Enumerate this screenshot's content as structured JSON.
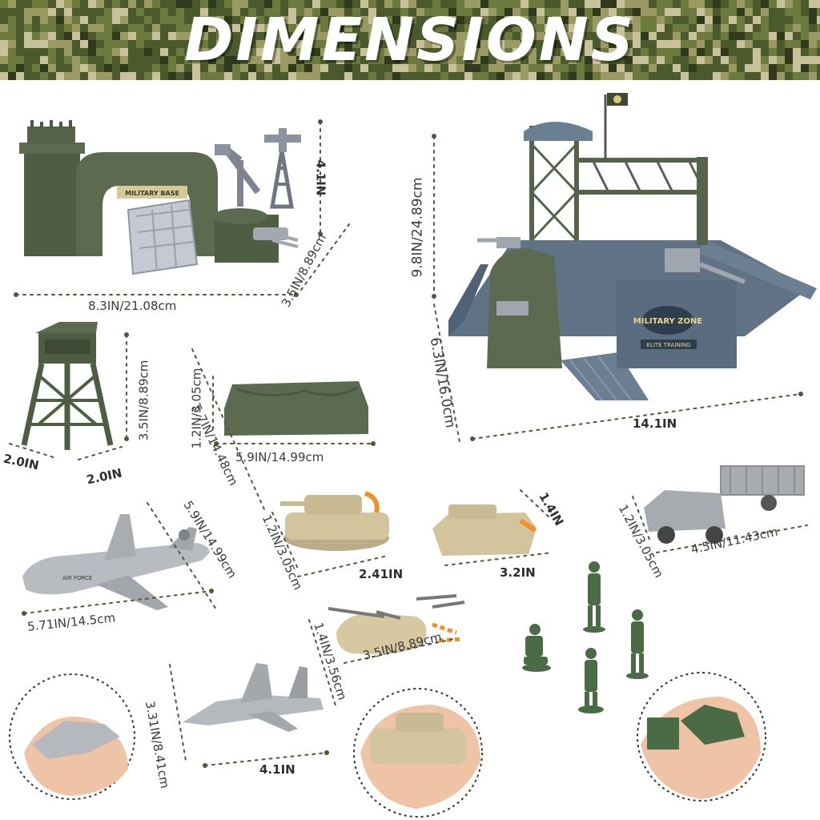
{
  "title": "DIMENSIONS",
  "colors": {
    "camo": [
      "#4a5a2c",
      "#6c7a3e",
      "#9a9a62",
      "#c9c19a",
      "#2f3a1c"
    ],
    "army_green": "#4f5e43",
    "slate_blue": "#5f7286",
    "tan": "#cfc19a",
    "grey": "#a7abaf",
    "dim_line": "#4a5a3a"
  },
  "labels": {
    "base_width": "8.3IN/21.08cm",
    "base_depth": "3.5IN/8.89cm",
    "base_height": "4.1IN",
    "zone_height": "9.8IN/24.89cm",
    "zone_depth": "6.3IN/16.0cm",
    "zone_width": "14.1IN",
    "tower_height": "3.5IN/8.89cm",
    "tower_w1": "2.0IN",
    "tower_w2": "2.0IN",
    "bunker_height": "1.2IN/3.05cm",
    "bunker_width": "5.9IN/14.99cm",
    "airliner_diag": "5.7IN/14.48cm",
    "airliner_span": "5.9IN/14.99cm",
    "airliner_len": "5.71IN/14.5cm",
    "tank1_height": "1.2IN/3.05cm",
    "tank1_len": "2.41IN",
    "tank2_height": "1.4IN",
    "tank2_len": "3.2IN",
    "heli_height": "1.4IN/3.56cm",
    "heli_len": "3.5IN/8.89cm",
    "jeep_height": "1.2IN/3.05cm",
    "jeep_len": "4.5IN/11.43cm",
    "jet_width": "3.31IN/8.41cm",
    "jet_len": "4.1IN"
  },
  "toy_text": {
    "military_base": "MILITARY BASE",
    "military_zone": "MILITARY ZONE",
    "elite_training": "ELITE TRAINING",
    "air_force": "AIR FORCE"
  },
  "icons": {
    "military_base": "military-base-icon",
    "military_zone": "military-zone-icon",
    "watchtower": "watchtower-icon",
    "bunker": "bunker-icon",
    "airliner": "airliner-icon",
    "tank": "tank-icon",
    "helicopter": "helicopter-icon",
    "jeep": "jeep-trailer-icon",
    "fighter_jet": "fighter-jet-icon",
    "soldiers": "soldier-figures-icon",
    "hand": "hand-icon"
  }
}
